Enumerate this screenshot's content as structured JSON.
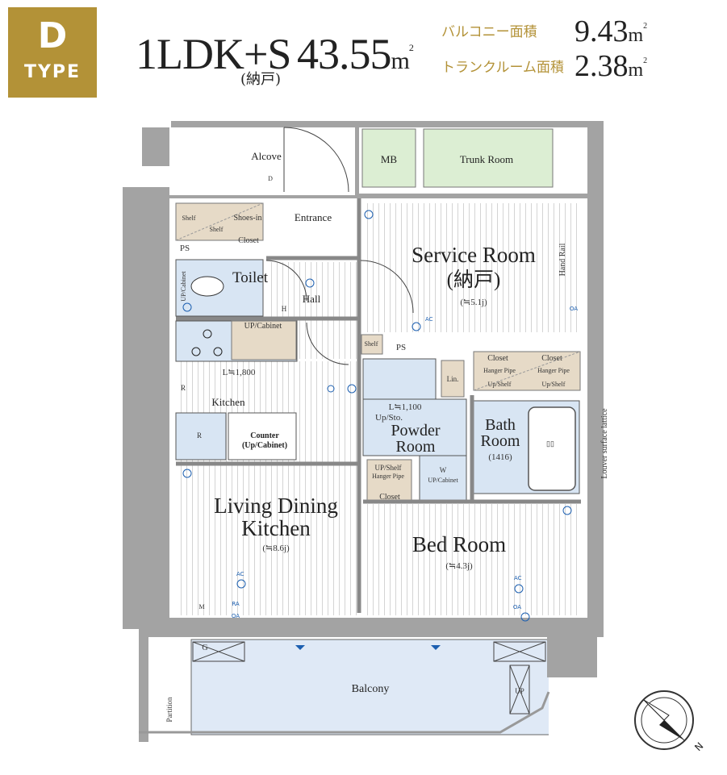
{
  "header": {
    "badge_letter": "D",
    "badge_word": "TYPE",
    "layout_type": "1LDK+S",
    "layout_note": "(納戸)",
    "total_area": "43.55",
    "area_unit": "m",
    "balcony_label": "バルコニー面積",
    "balcony_area": "9.43",
    "trunk_label": "トランクルーム面積",
    "trunk_area": "2.38"
  },
  "rooms": {
    "alcove": "Alcove",
    "mb": "MB",
    "trunk_room": "Trunk Room",
    "entrance": "Entrance",
    "service_room": "Service Room",
    "service_room_note": "(納戸)",
    "service_room_size": "(≒5.1j)",
    "toilet": "Toilet",
    "hall": "Hall",
    "kitchen": "Kitchen",
    "kitchen_length": "L≒1,800",
    "counter": "Counter",
    "counter_sub": "(Up/Cabinet)",
    "ldk_line1": "Living Dining",
    "ldk_line2": "Kitchen",
    "ldk_size": "(≒8.6j)",
    "powder_line1": "Powder",
    "powder_line2": "Room",
    "powder_length": "L≒1,100",
    "powder_sto": "Up/Sto.",
    "bath_line1": "Bath",
    "bath_line2": "Room",
    "bath_size": "(1416)",
    "bed_room": "Bed Room",
    "bed_size": "(≒4.3j)",
    "balcony": "Balcony"
  },
  "fixtures": {
    "shelf": "Shelf",
    "shoes_in": "Shoes-in",
    "closet": "Closet",
    "ps": "PS",
    "up_cabinet": "UP/Cabinet",
    "up_cabinet_lower": "UP/Cabinet",
    "hanger_pipe": "Hanger Pipe",
    "up_shelf": "UP/Shelf",
    "up_shelf_lower": "Up/Shelf",
    "lin": "Lin.",
    "hand_rail": "Hand Rail",
    "louver": "Louver surface lattice",
    "partition": "Partition",
    "w": "W",
    "r": "R",
    "g": "G",
    "up": "UP",
    "m": "M",
    "d": "D",
    "h": "H",
    "ac": "AC",
    "ra": "RA",
    "oa": "OA",
    "bath_icon": "▯▯"
  },
  "compass": {
    "north": "N"
  },
  "colors": {
    "accent": "#b39237",
    "wet_area": "#d8e5f3",
    "storage": "#e6dac7",
    "trunk": "#dceed3",
    "wall": "#9a9a9a",
    "symbol_blue": "#1c5fb0"
  }
}
